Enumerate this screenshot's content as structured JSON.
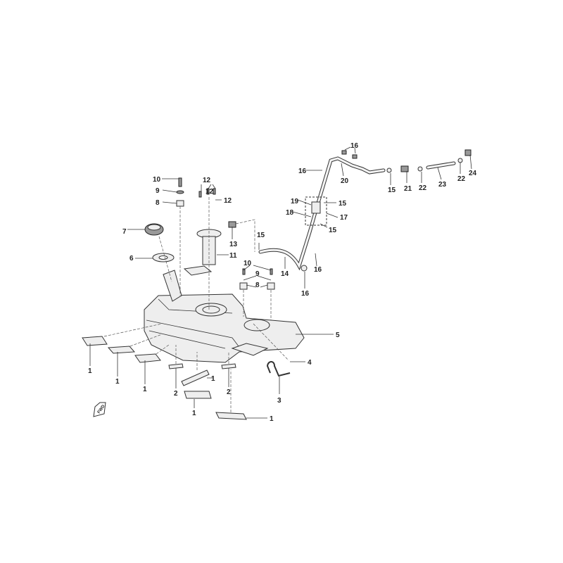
{
  "diagram": {
    "title": "Fuel tank assembly exploded view",
    "callouts": [
      "10",
      "9",
      "8",
      "12",
      "12",
      "12",
      "7",
      "6",
      "13",
      "11",
      "15",
      "10",
      "9",
      "8",
      "14",
      "16",
      "16",
      "16",
      "16",
      "20",
      "15",
      "21",
      "22",
      "23",
      "22",
      "24",
      "19",
      "15",
      "18",
      "17",
      "15",
      "5",
      "4",
      "3",
      "1",
      "1",
      "1",
      "2",
      "1",
      "2",
      "1",
      "1"
    ],
    "direction_marker": "FWD"
  }
}
